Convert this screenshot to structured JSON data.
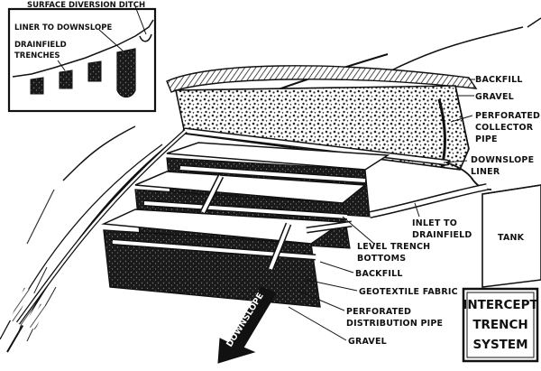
{
  "inset": {
    "labels": {
      "surface_diversion_ditch": "SURFACE DIVERSION DITCH",
      "liner_to_downslope": "LINER TO DOWNSLOPE",
      "drainfield": "DRAINFIELD",
      "trenches": "TRENCHES"
    }
  },
  "labels": {
    "backfill_top": "BACKFILL",
    "gravel_top": "GRAVEL",
    "perforated": "PERFORATED",
    "collector": "COLLECTOR",
    "pipe": "PIPE",
    "downslope": "DOWNSLOPE",
    "liner": "LINER",
    "tank": "TANK",
    "inlet_to": "INLET TO",
    "drainfield": "DRAINFIELD",
    "level_trench": "LEVEL TRENCH",
    "bottoms": "BOTTOMS",
    "backfill_bottom": "BACKFILL",
    "geotextile_fabric": "GEOTEXTILE FABRIC",
    "perforated_dist": "PERFORATED",
    "distribution_pipe": "DISTRIBUTION PIPE",
    "gravel_bottom": "GRAVEL"
  },
  "arrow": {
    "text": "DOWNSLOPE"
  },
  "title_box": {
    "line1": "INTERCEPT",
    "line2": "TRENCH",
    "line3": "SYSTEM"
  }
}
